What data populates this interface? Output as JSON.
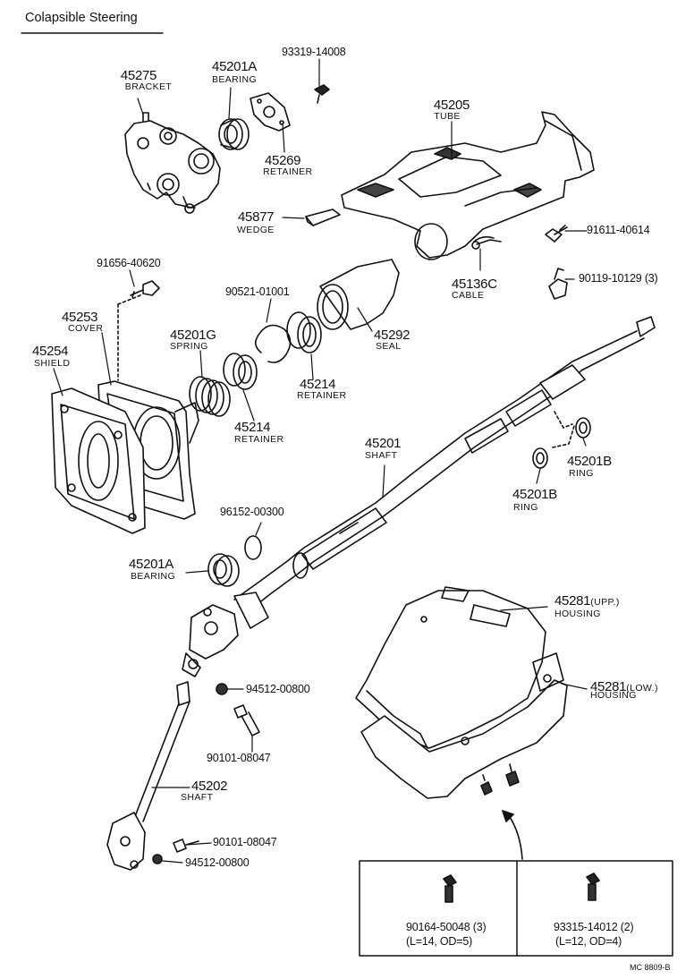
{
  "title": "Colapsible Steering",
  "parts": [
    {
      "number": "45275",
      "caption": "BRACKET"
    },
    {
      "number": "45201A",
      "caption": "BEARING"
    },
    {
      "number": "93319-14008",
      "caption": ""
    },
    {
      "number": "45269",
      "caption": "RETAINER"
    },
    {
      "number": "45205",
      "caption": "TUBE"
    },
    {
      "number": "45877",
      "caption": "WEDGE"
    },
    {
      "number": "91611-40614",
      "caption": ""
    },
    {
      "number": "45136C",
      "caption": "CABLE"
    },
    {
      "number": "90119-10129 (3)",
      "caption": ""
    },
    {
      "number": "91656-40620",
      "caption": ""
    },
    {
      "number": "90521-01001",
      "caption": ""
    },
    {
      "number": "45253",
      "caption": "COVER"
    },
    {
      "number": "45254",
      "caption": "SHIELD"
    },
    {
      "number": "45201G",
      "caption": "SPRING"
    },
    {
      "number": "45292",
      "caption": "SEAL"
    },
    {
      "number": "45214",
      "caption": "RETAINER"
    },
    {
      "number": "45214",
      "caption": "RETAINER"
    },
    {
      "number": "45201",
      "caption": "SHAFT"
    },
    {
      "number": "45201B",
      "caption": "RING"
    },
    {
      "number": "45201B",
      "caption": "RING"
    },
    {
      "number": "96152-00300",
      "caption": ""
    },
    {
      "number": "45201A",
      "caption": "BEARING"
    },
    {
      "number": "45281",
      "qualifier": "(UPP.)",
      "caption": "HOUSING"
    },
    {
      "number": "45281",
      "qualifier": "(LOW.)",
      "caption": "HOUSING"
    },
    {
      "number": "94512-00800",
      "caption": ""
    },
    {
      "number": "90101-08047",
      "caption": ""
    },
    {
      "number": "45202",
      "caption": "SHAFT"
    },
    {
      "number": "90101-08047",
      "caption": ""
    },
    {
      "number": "94512-00800",
      "caption": ""
    }
  ],
  "inset": [
    {
      "number": "90164-50048 (3)",
      "spec": "(L=14, OD=5)"
    },
    {
      "number": "93315-14012 (2)",
      "spec": "(L=12, OD=4)"
    }
  ],
  "figure_code": "MC 8809-B"
}
